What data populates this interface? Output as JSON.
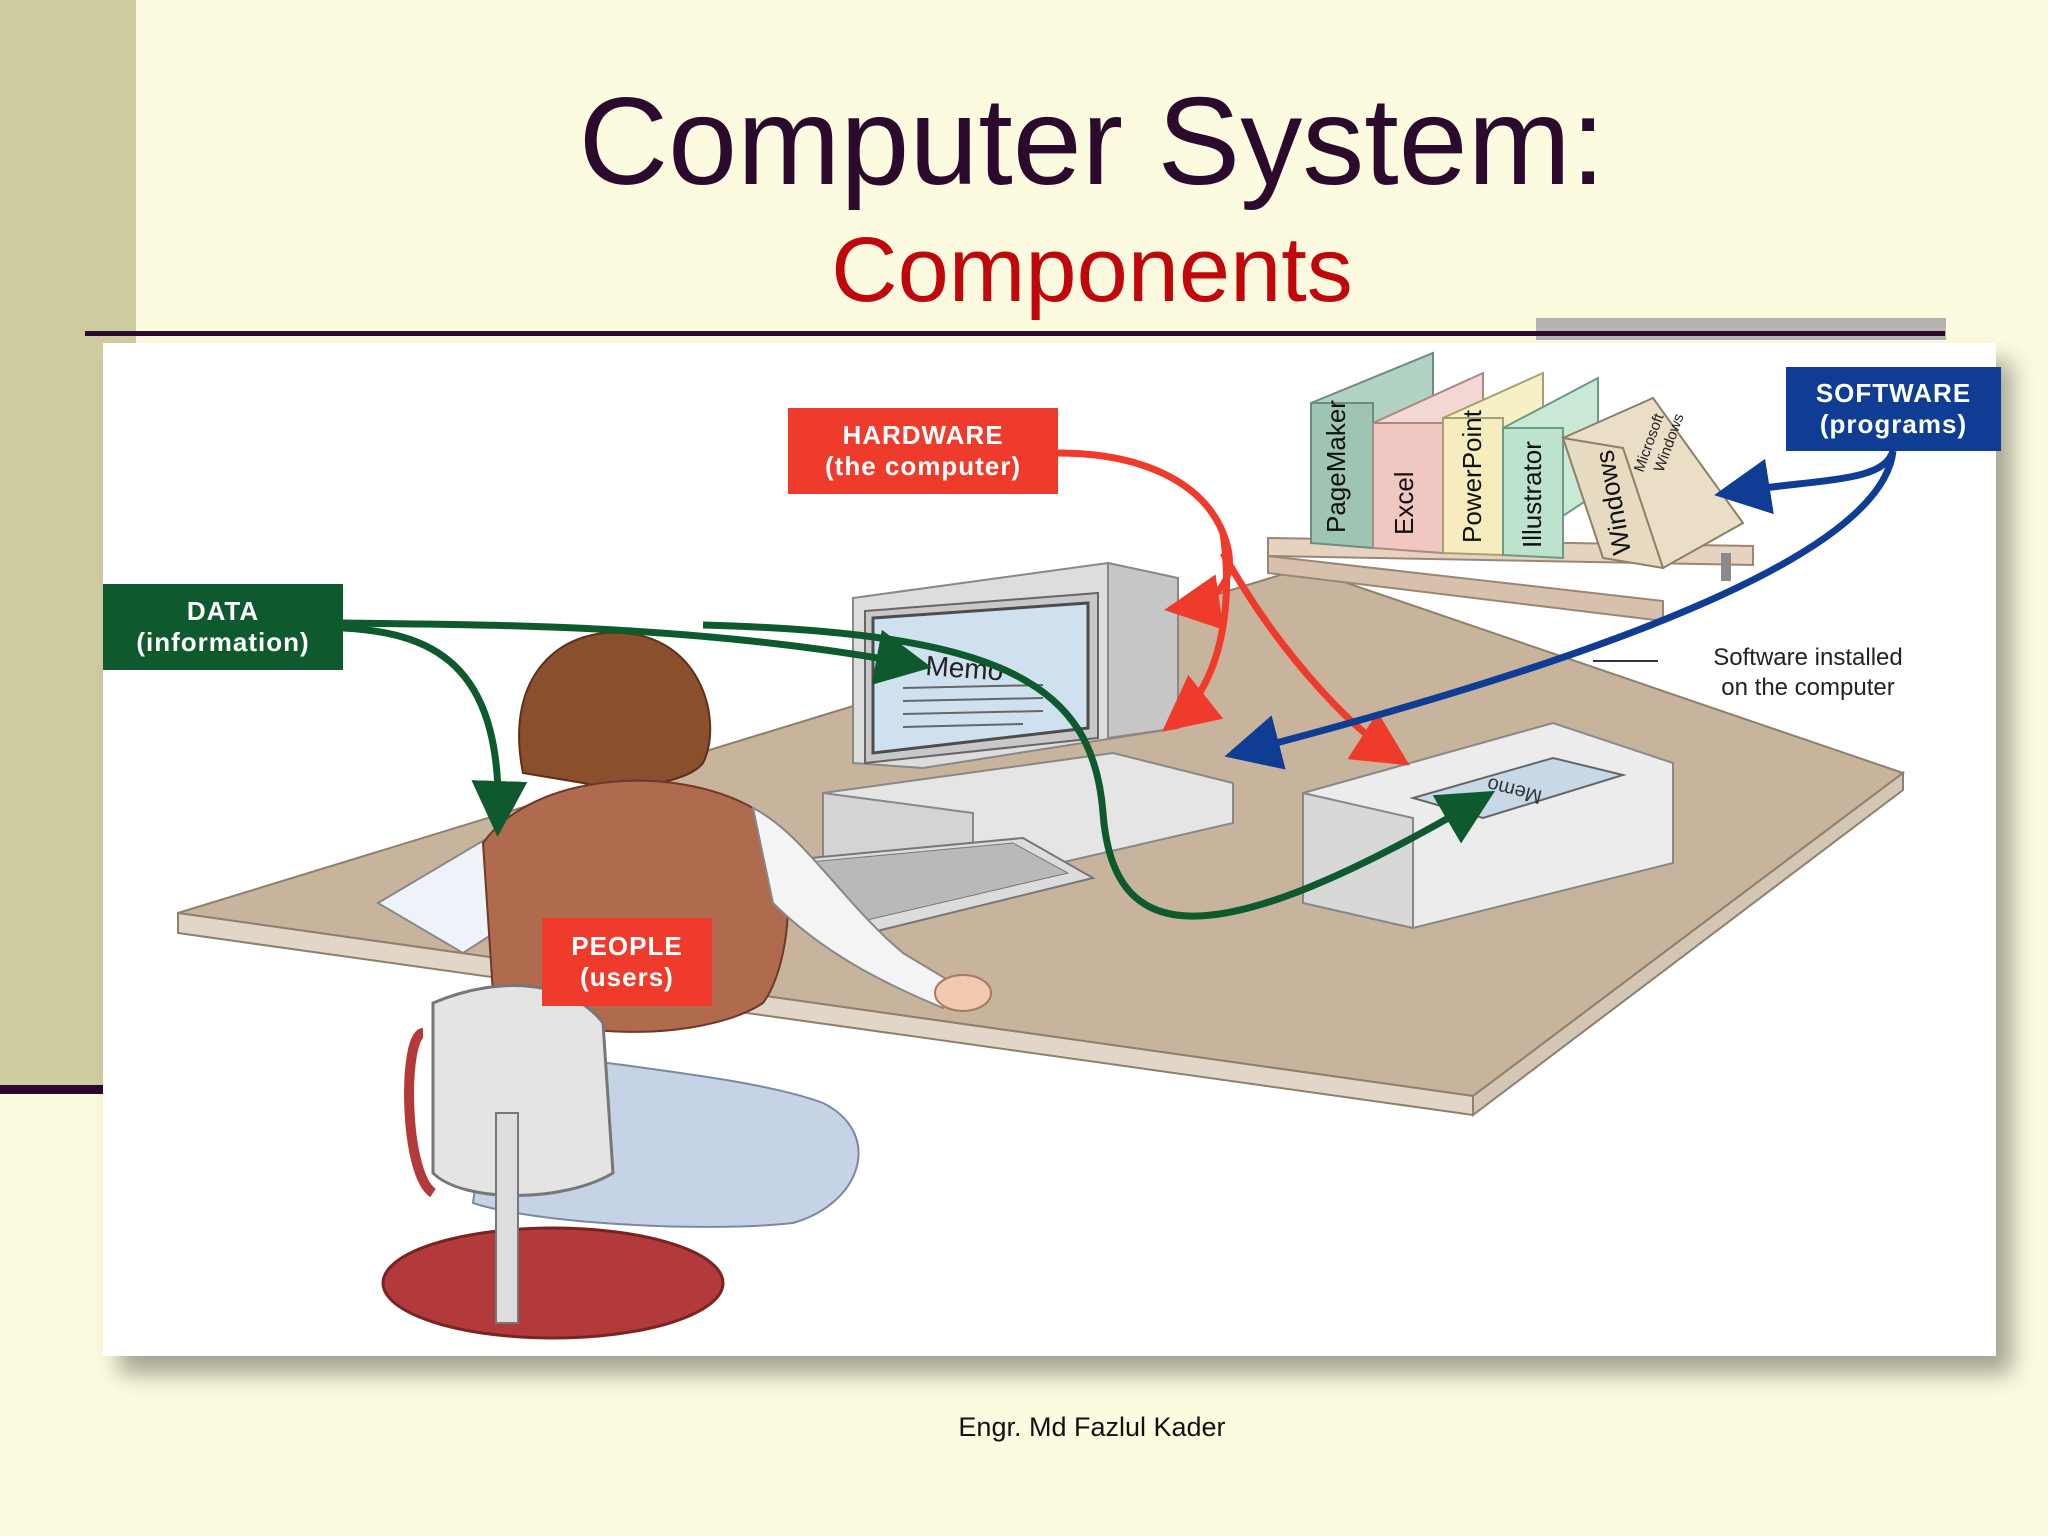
{
  "slide": {
    "title": "Computer System:",
    "subtitle": "Components",
    "footer": "Engr. Md Fazlul Kader"
  },
  "diagram": {
    "hardware": {
      "line1": "HARDWARE",
      "line2": "(the computer)"
    },
    "software": {
      "line1": "SOFTWARE",
      "line2": "(programs)"
    },
    "data": {
      "line1": "DATA",
      "line2": "(information)"
    },
    "people": {
      "line1": "PEOPLE",
      "line2": "(users)"
    },
    "note": {
      "line1": "Software installed",
      "line2": "on the computer"
    },
    "screen_text": "Memo",
    "printer_text": "Memo",
    "books": [
      "PageMaker",
      "Excel",
      "PowerPoint",
      "Illustrator",
      "Windows"
    ],
    "book_cover": {
      "line1": "Microsoft",
      "line2": "Windows"
    }
  },
  "colors": {
    "title": "#2b0a2e",
    "subtitle": "#c0070b",
    "hardware": "#ee3b2c",
    "software": "#0f3d93",
    "data": "#0e5a2e",
    "people": "#ee3b2c"
  }
}
